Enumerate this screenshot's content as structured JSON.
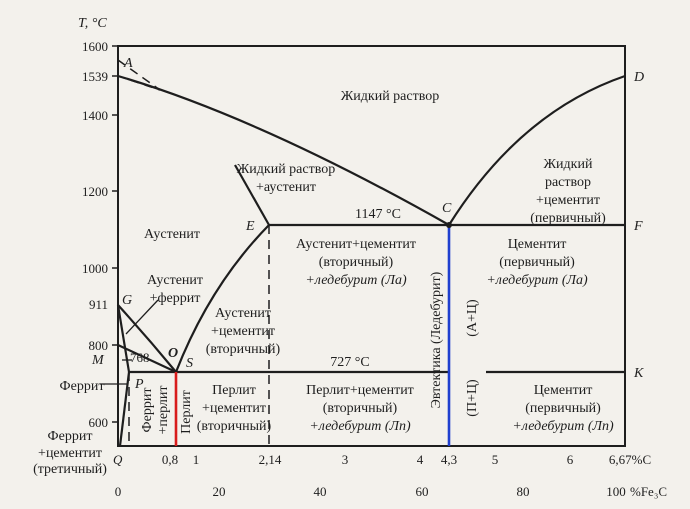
{
  "axes": {
    "y_title": "T, °C",
    "x_bottom_unit": "%Fe₃C",
    "y_ticks": [
      "1600",
      "1539",
      "1400",
      "1200",
      "1000",
      "911",
      "800",
      "600"
    ],
    "x_bottom_ticks": [
      "0",
      "20",
      "40",
      "60",
      "80",
      "100"
    ],
    "x_top_ticks": [
      "Q",
      "0,8",
      "1",
      "2,14",
      "3",
      "4",
      "4,3",
      "5",
      "6",
      "6,67%C"
    ],
    "p_label": "P"
  },
  "points": {
    "A": "A",
    "D": "D",
    "E": "E",
    "C": "C",
    "F": "F",
    "G": "G",
    "O": "O",
    "S": "S",
    "M": "M",
    "K": "K"
  },
  "temps": {
    "eutectic": "1147 °C",
    "eutectoid": "727 °C",
    "gs_768": "768"
  },
  "regions": {
    "liquid": "Жидкий раствор",
    "liquid_austenite": [
      "Жидкий раствор",
      "+аустенит"
    ],
    "liquid_cementite": [
      "Жидкий",
      "раствор",
      "+цементит",
      "(первичный)"
    ],
    "austenite": "Аустенит",
    "aust_cem_led": [
      "Аустенит+цементит",
      "(вторичный)",
      "+ледебурит (Ла)"
    ],
    "cem_led_upper": [
      "Цементит",
      "(первичный)",
      "+ледебурит (Ла)"
    ],
    "aust_ferrite": [
      "Аустенит",
      "+феррит"
    ],
    "aust_cem2": [
      "Аустенит",
      "+цементит",
      "(вторичный)"
    ],
    "ferrite": "Феррит",
    "ferrite_cem3": [
      "Феррит",
      "+цементит",
      "(третичный)"
    ],
    "ferrite_pearlite": [
      "Феррит",
      "+перлит"
    ],
    "pearlite": "Перлит",
    "pearlite_cem2": [
      "Перлит",
      "+цементит",
      "(вторичный)"
    ],
    "pearlite_cem_led": [
      "Перлит+цементит",
      "(вторичный)",
      "+ледебурит (Лп)"
    ],
    "eutectic": [
      "Эвтектика (Ледебурит)",
      "(А+Ц)",
      "(П+Ц)"
    ],
    "cem_led_lower": [
      "Цементит",
      "(первичный)",
      "+ледебурит (Лп)"
    ]
  },
  "colors": {
    "line": "#1e1e1e",
    "eutectic_line": "#1f3fcf",
    "pearlite_line": "#d81c1c",
    "label_C": "#1f3fcf",
    "label_O": "#d81c1c"
  }
}
